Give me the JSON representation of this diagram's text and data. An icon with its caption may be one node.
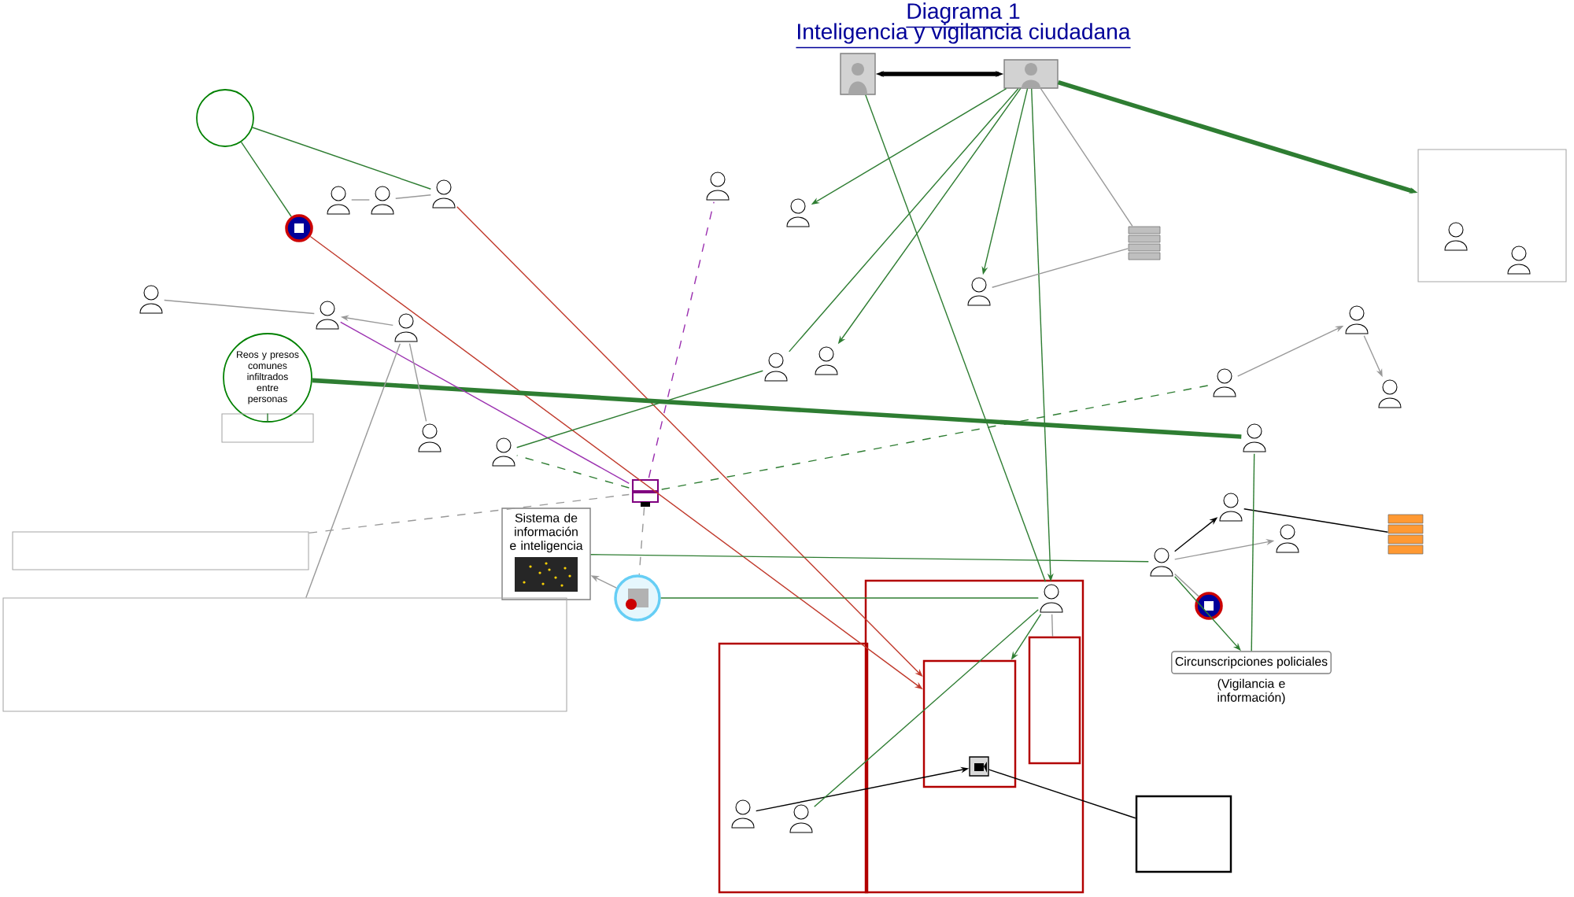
{
  "diagram": {
    "title": "Diagrama 1",
    "nodes": [
      {
        "text": [],
        "shape": "picture"
      },
      {
        "text": [],
        "shape": "picture"
      },
      {
        "text": [],
        "shape": "circle"
      },
      {
        "text": [
          "Reos y presos comunes infiltrados entre personas"
        ]
      },
      {
        "text": [
          "Sistema de información e inteligencia"
        ]
      },
      {
        "text": [
          "Circunscripciones policiales"
        ],
        "beside": [
          "(Vigilancia e información)"
        ]
      },
      {
        "text": [],
        "shape": "picture"
      },
      {
        "text": [],
        "shape": "picture"
      },
      {
        "text": [],
        "shape": "box"
      },
      {
        "text": [],
        "shape": "box"
      },
      {
        "text": [],
        "shape": "box",
        "in": 8
      },
      {
        "text": [],
        "shape": "box",
        "in": 8
      },
      {
        "text": [],
        "shape": "box"
      },
      {
        "text": [],
        "shape": "box"
      },
      {
        "text": [],
        "shape": "box"
      },
      {
        "text": [],
        "shape": "box"
      },
      {
        "text": [],
        "shape": "box"
      },
      {
        "text": [],
        "shape": "person"
      },
      {
        "text": [],
        "shape": "person"
      },
      {
        "text": [],
        "shape": "person"
      },
      {
        "text": [],
        "shape": "person"
      },
      {
        "text": [],
        "shape": "person"
      },
      {
        "text": [],
        "shape": "person"
      },
      {
        "text": [],
        "shape": "person"
      },
      {
        "text": [],
        "shape": "person"
      },
      {
        "text": [],
        "shape": "person"
      },
      {
        "text": [],
        "shape": "person"
      },
      {
        "text": [],
        "shape": "person"
      },
      {
        "text": [],
        "shape": "person"
      },
      {
        "text": [],
        "shape": "person"
      },
      {
        "text": [],
        "shape": "person"
      },
      {
        "text": [],
        "shape": "person"
      },
      {
        "text": [],
        "shape": "person"
      },
      {
        "text": [],
        "shape": "person"
      },
      {
        "text": [],
        "shape": "person"
      },
      {
        "text": [],
        "shape": "person"
      },
      {
        "text": [],
        "shape": "person"
      },
      {
        "text": [],
        "shape": "person",
        "in": 8
      },
      {
        "text": [],
        "shape": "person",
        "in": 9
      },
      {
        "text": [],
        "shape": "person",
        "in": 9
      },
      {
        "text": [],
        "shape": "picture",
        "in": 10
      },
      {
        "text": [],
        "shape": "person",
        "in": 13
      },
      {
        "text": [],
        "shape": "person",
        "in": 13
      },
      {
        "text": [],
        "shape": "picture"
      },
      {
        "text": [],
        "shape": "picture"
      },
      {
        "text": [],
        "shape": "picture"
      },
      {
        "text": [],
        "shape": "picture"
      }
    ],
    "edges": [
      {
        "from": 0,
        "to": 1,
        "arrow": "both",
        "style": "thick",
        "color": "#000000"
      },
      {
        "from": 1,
        "to": 29,
        "arrow": "to"
      },
      {
        "from": 1,
        "to": 27,
        "arrow": "to"
      },
      {
        "from": 1,
        "to": 21,
        "arrow": "to"
      },
      {
        "from": 1,
        "to": 28,
        "arrow": "none"
      },
      {
        "from": 1,
        "to": 37,
        "arrow": "to"
      },
      {
        "from": 1,
        "to": 13,
        "arrow": "to",
        "style": "thick"
      },
      {
        "from": 1,
        "to": 44,
        "arrow": "none",
        "color": "#999999"
      },
      {
        "from": 0,
        "to": 37,
        "arrow": "none"
      },
      {
        "from": 2,
        "to": 18,
        "arrow": "none"
      },
      {
        "from": 2,
        "to": 45,
        "arrow": "none"
      },
      {
        "from": 45,
        "to": 10,
        "arrow": "to",
        "color": "#c0392b"
      },
      {
        "from": 18,
        "to": 10,
        "arrow": "to",
        "color": "#c0392b"
      },
      {
        "from": 3,
        "to": 33,
        "arrow": "none",
        "style": "thick"
      },
      {
        "from": 3,
        "to": 16,
        "arrow": "none"
      },
      {
        "from": 6,
        "to": 20,
        "arrow": "none",
        "style": "dashed",
        "color": "#9b30b0"
      },
      {
        "from": 6,
        "to": 23,
        "arrow": "none",
        "color": "#9b30b0"
      },
      {
        "from": 6,
        "to": 7,
        "arrow": "none",
        "style": "dashed",
        "color": "#999999"
      },
      {
        "from": 6,
        "to": 25,
        "arrow": "none",
        "style": "dashed"
      },
      {
        "from": 6,
        "to": 32,
        "arrow": "none",
        "style": "dashed"
      },
      {
        "from": 4,
        "to": 35,
        "arrow": "none"
      },
      {
        "from": 7,
        "to": 4,
        "arrow": "to",
        "color": "#999999"
      },
      {
        "from": 7,
        "to": 37,
        "arrow": "none"
      },
      {
        "from": 37,
        "to": 11,
        "arrow": "none",
        "color": "#999999"
      },
      {
        "from": 37,
        "to": 10,
        "arrow": "to"
      },
      {
        "from": 38,
        "to": 40,
        "arrow": "to",
        "color": "#000000"
      },
      {
        "from": 40,
        "to": 12,
        "arrow": "none",
        "color": "#000000"
      },
      {
        "from": 35,
        "to": 34,
        "arrow": "to",
        "color": "#000000"
      },
      {
        "from": 34,
        "to": 43,
        "arrow": "none",
        "color": "#000000"
      },
      {
        "from": 35,
        "to": 36,
        "arrow": "to",
        "color": "#999999"
      },
      {
        "from": 35,
        "to": 46,
        "arrow": "none",
        "color": "#999999"
      },
      {
        "from": 35,
        "to": 5,
        "arrow": "to"
      },
      {
        "from": 33,
        "to": 5,
        "arrow": "none"
      },
      {
        "from": 32,
        "to": 30,
        "arrow": "to",
        "color": "#999999"
      },
      {
        "from": 30,
        "to": 31,
        "arrow": "to",
        "color": "#999999"
      },
      {
        "from": 44,
        "to": 29,
        "arrow": "none",
        "color": "#999999"
      },
      {
        "from": 17,
        "to": 19,
        "arrow": "none",
        "color": "#999999"
      },
      {
        "from": 17,
        "to": 18,
        "arrow": "none",
        "color": "#999999"
      },
      {
        "from": 22,
        "to": 26,
        "arrow": "none",
        "color": "#999999"
      },
      {
        "from": 22,
        "to": 23,
        "arrow": "to",
        "color": "#999999"
      },
      {
        "from": 22,
        "to": 14,
        "arrow": "none",
        "color": "#999999"
      },
      {
        "from": 15,
        "to": 6,
        "arrow": "none",
        "style": "dashed",
        "color": "#999999"
      },
      {
        "from": 24,
        "to": 23,
        "arrow": "none",
        "color": "#999999"
      },
      {
        "from": 39,
        "to": 37,
        "arrow": "none"
      },
      {
        "from": 28,
        "to": 25,
        "arrow": "none"
      }
    ],
    "labels": [
      "Inteligencia y vigilancia ciudadana"
    ]
  }
}
